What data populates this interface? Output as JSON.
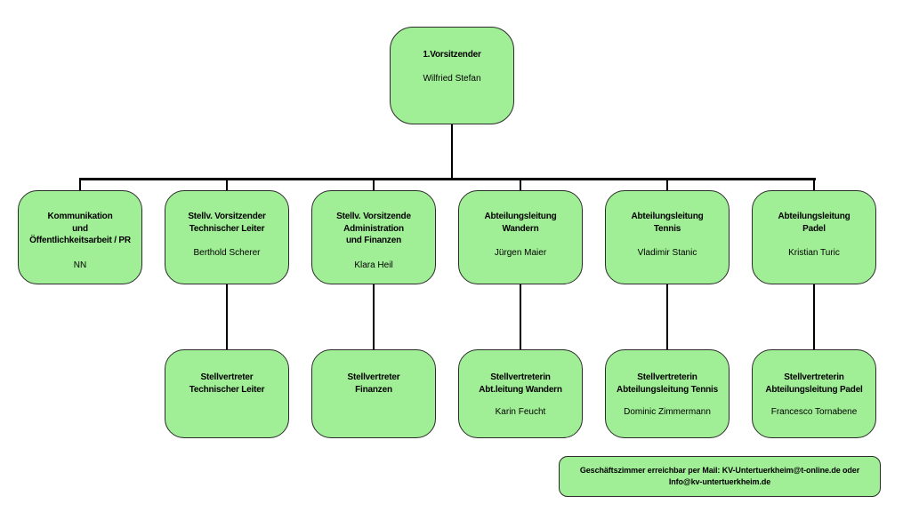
{
  "colors": {
    "background": "#ffffff",
    "box_fill": "#a0ee96",
    "box_border": "#2b2b2b",
    "connector_line": "#000000"
  },
  "root": {
    "title": "1.Vorsitzender",
    "name": "Wilfried Stefan"
  },
  "level2": [
    {
      "title": [
        "Kommunikation",
        "und",
        "Öffentlichkeitsarbeit / PR"
      ],
      "name": "NN"
    },
    {
      "title": [
        "Stellv. Vorsitzender",
        "Technischer Leiter"
      ],
      "name": "Berthold Scherer"
    },
    {
      "title": [
        "Stellv. Vorsitzende",
        "Administration",
        "und Finanzen"
      ],
      "name": "Klara Heil"
    },
    {
      "title": [
        "Abteilungsleitung",
        "Wandern"
      ],
      "name": "Jürgen Maier"
    },
    {
      "title": [
        "Abteilungsleitung",
        "Tennis"
      ],
      "name": "Vladimir Stanic"
    },
    {
      "title": [
        "Abteilungsleitung",
        "Padel"
      ],
      "name": "Kristian Turic"
    }
  ],
  "level3": [
    {
      "title": [
        "Stellvertreter",
        "Technischer Leiter"
      ],
      "name": ""
    },
    {
      "title": [
        "Stellvertreter",
        "Finanzen"
      ],
      "name": ""
    },
    {
      "title": [
        "Stellvertreterin",
        "Abt.leitung Wandern"
      ],
      "name": "Karin Feucht"
    },
    {
      "title": [
        "Stellvertreterin",
        "Abteilungsleitung Tennis"
      ],
      "name": "Dominic Zimmermann"
    },
    {
      "title": [
        "Stellvertreterin",
        "Abteilungsleitung Padel"
      ],
      "name": "Francesco Tornabene"
    }
  ],
  "note": {
    "text": [
      "Geschäftszimmer erreichbar per Mail: KV-Untertuerkheim@t-online.de oder",
      "Info@kv-untertuerkheim.de"
    ]
  }
}
